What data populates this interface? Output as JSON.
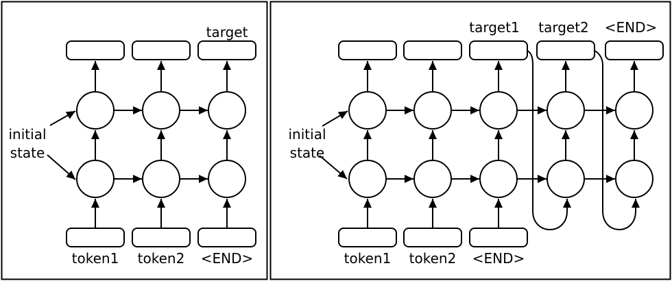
{
  "colors": {
    "background": "#ffffff",
    "line": "#000000"
  },
  "left_panel": {
    "output_labels": {
      "col3": "target"
    },
    "input_labels": {
      "col1": "token1",
      "col2": "token2",
      "col3": "<END>"
    },
    "annotation": {
      "line1": "initial",
      "line2": "state"
    }
  },
  "right_panel": {
    "output_labels": {
      "col3": "target1",
      "col4": "target2",
      "col5": "<END>"
    },
    "input_labels": {
      "col1": "token1",
      "col2": "token2",
      "col3": "<END>"
    },
    "annotation": {
      "line1": "initial",
      "line2": "state"
    }
  }
}
